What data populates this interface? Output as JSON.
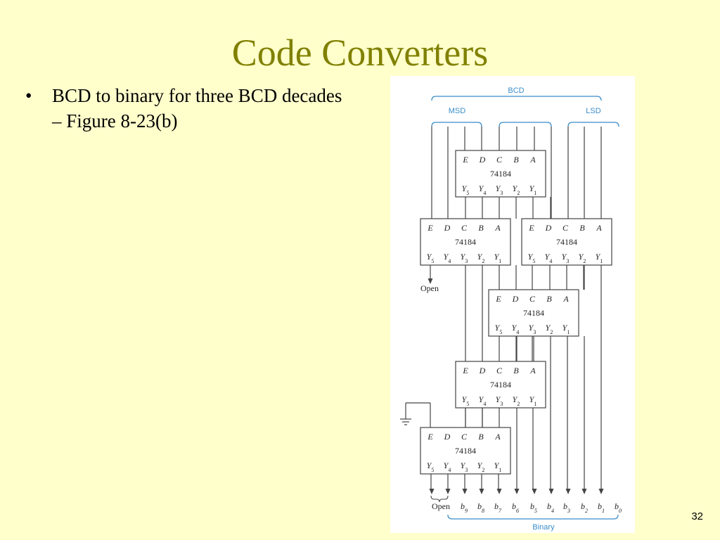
{
  "slide": {
    "title": "Code Converters",
    "bullets": [
      "BCD to binary for three BCD decades – Figure 8-23(b)"
    ],
    "page_number": "32"
  },
  "figure": {
    "group_labels": {
      "bcd": "BCD",
      "msd": "MSD",
      "lsd": "LSD",
      "binary": "Binary"
    },
    "chip": {
      "part": "74184",
      "inputs": [
        "E",
        "D",
        "C",
        "B",
        "A"
      ],
      "outputs": [
        "Y5",
        "Y4",
        "Y3",
        "Y2",
        "Y1"
      ]
    },
    "open_label": "Open",
    "outputs": [
      "Open",
      "b9",
      "b8",
      "b7",
      "b6",
      "b5",
      "b4",
      "b3",
      "b2",
      "b1",
      "b0"
    ],
    "colors": {
      "bracket": "#3a8cc8",
      "line": "#444444"
    }
  }
}
